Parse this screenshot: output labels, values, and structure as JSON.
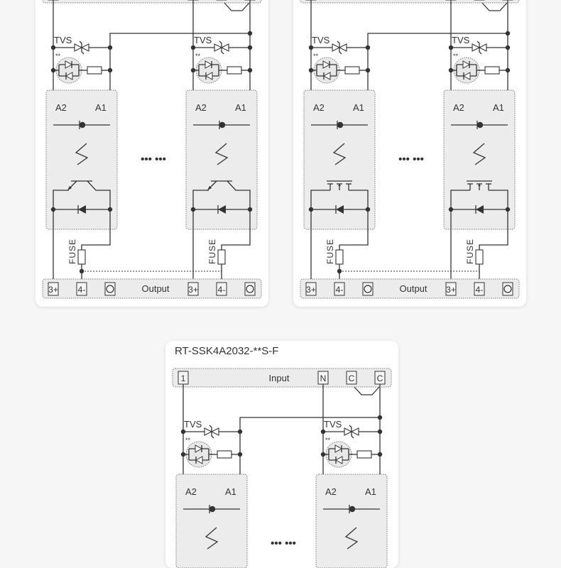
{
  "panels": [
    {
      "id": "left",
      "title": "",
      "output_switch": "transistor"
    },
    {
      "id": "right",
      "title": "",
      "output_switch": "mosfet"
    },
    {
      "id": "bottom",
      "title": "RT-SSK4A2032-**S-F",
      "output_switch": "transistor"
    }
  ],
  "labels": {
    "input": "Input",
    "output": "Output",
    "tvs": "TVS",
    "a1": "A1",
    "a2": "A2",
    "fuse": "FUSE",
    "ellipsis": "••• •••",
    "led_mark": "**"
  },
  "input_terminals": [
    "1",
    "N",
    "C",
    "C"
  ],
  "output_terminals": [
    "3+",
    "4-",
    "3+",
    "4-"
  ],
  "colors": {
    "wire": "#333333",
    "module_fill": "#ececec",
    "card": "#ffffff",
    "border": "#888888"
  }
}
